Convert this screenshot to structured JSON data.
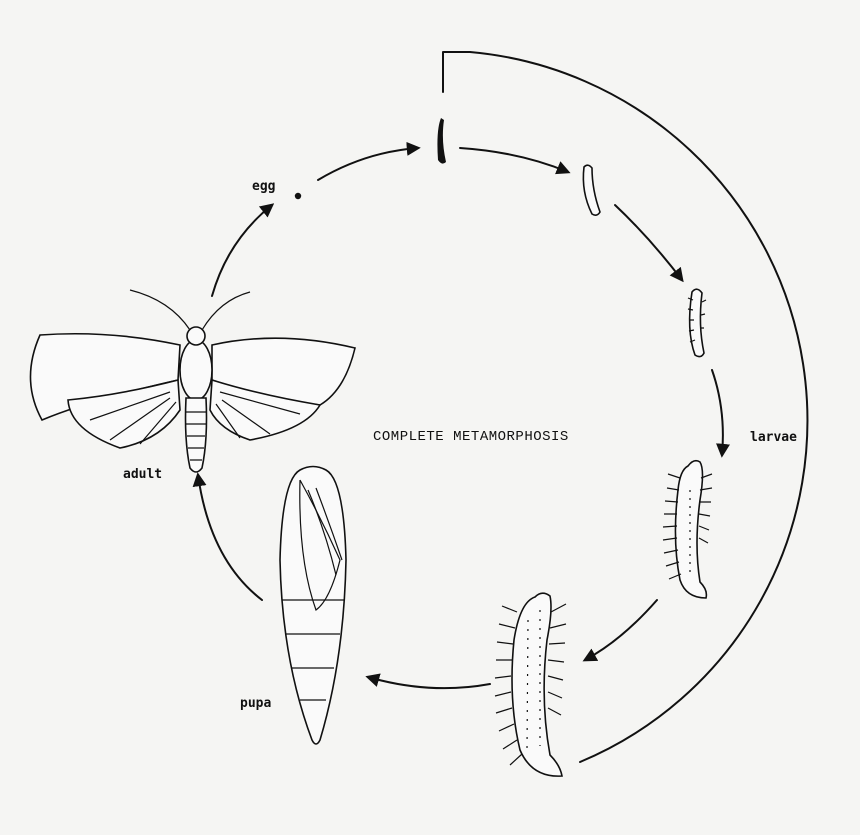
{
  "diagram": {
    "title": "COMPLETE METAMORPHOSIS",
    "labels": {
      "egg": "egg",
      "larvae": "larvae",
      "pupa": "pupa",
      "adult": "adult"
    }
  }
}
